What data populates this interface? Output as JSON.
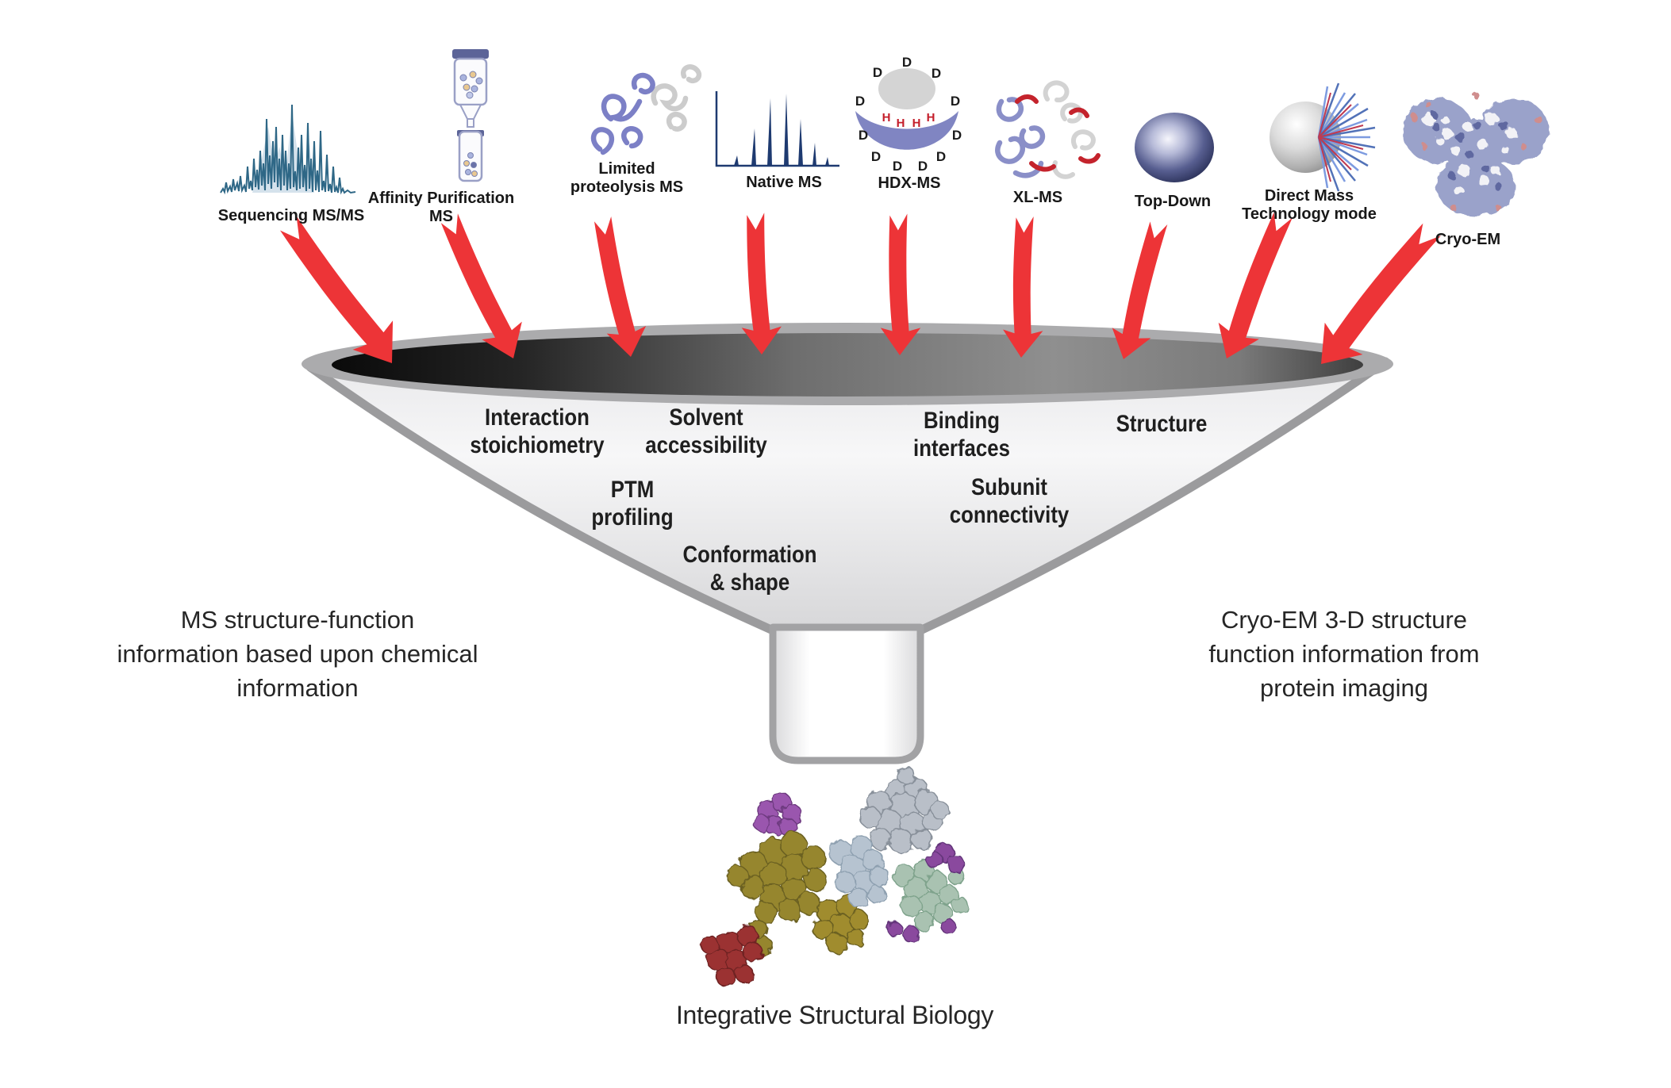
{
  "techniques": [
    {
      "icon": "ms2-spectrum-icon",
      "lines": [
        "Sequencing MS/MS"
      ]
    },
    {
      "icon": "spin-column-icon",
      "lines": [
        "Affinity Purification",
        "MS"
      ]
    },
    {
      "icon": "digested-protein-icon",
      "lines": [
        "Limited",
        "proteolysis MS"
      ]
    },
    {
      "icon": "native-spectrum-icon",
      "lines": [
        "Native MS"
      ]
    },
    {
      "icon": "deuterium-exchange-icon",
      "lines": [
        "HDX-MS"
      ]
    },
    {
      "icon": "crosslinked-protein-icon",
      "lines": [
        "XL-MS"
      ]
    },
    {
      "icon": "intact-protein-sphere-icon",
      "lines": [
        "Top-Down"
      ]
    },
    {
      "icon": "ion-emission-sphere-icon",
      "lines": [
        "Direct Mass",
        "Technology mode"
      ]
    },
    {
      "icon": "em-density-map-icon",
      "lines": [
        "Cryo-EM"
      ]
    }
  ],
  "hdx_letters": {
    "d": "D",
    "h": "H"
  },
  "funnel_outputs": [
    {
      "lines": [
        "Interaction",
        "stoichiometry"
      ]
    },
    {
      "lines": [
        "Solvent",
        "accessibility"
      ]
    },
    {
      "lines": [
        "Binding",
        "interfaces"
      ]
    },
    {
      "lines": [
        "Structure"
      ]
    },
    {
      "lines": [
        "PTM",
        "profiling"
      ]
    },
    {
      "lines": [
        "Subunit",
        "connectivity"
      ]
    },
    {
      "lines": [
        "Conformation",
        "& shape"
      ]
    }
  ],
  "side_notes": {
    "left": {
      "lines": [
        "MS structure-function",
        "information based upon chemical",
        "information"
      ]
    },
    "right": {
      "lines": [
        "Cryo-EM 3-D structure",
        "function information from",
        "protein imaging"
      ]
    }
  },
  "footer": {
    "label": "Integrative Structural Biology"
  },
  "colors": {
    "arrow_red": "#ED3437",
    "funnel_rim_gray": "#ABABAD",
    "funnel_body_light": "#F7F7F8",
    "funnel_mouth_dark": "#0A0A0A",
    "navy_spectrum": "#1E3A70",
    "steel_blue_spectrum": "#2E6786",
    "periwinkle_protein": "#8085C2",
    "gray_protein": "#CFCFCF",
    "crosslink_red": "#C4232C",
    "label_black": "#1A1A1A"
  }
}
